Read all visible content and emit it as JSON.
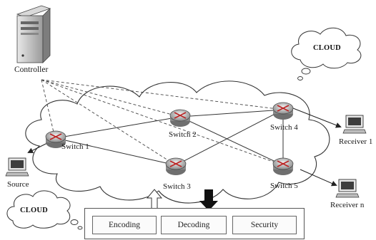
{
  "controller": {
    "label": "Controller"
  },
  "clouds": {
    "top_right": "CLOUD",
    "bottom_left": "CLOUD"
  },
  "switches": [
    {
      "id": "s1",
      "label": "Switch 1"
    },
    {
      "id": "s2",
      "label": "Switch 2"
    },
    {
      "id": "s3",
      "label": "Switch 3"
    },
    {
      "id": "s4",
      "label": "Switch 4"
    },
    {
      "id": "s5",
      "label": "Switch 5"
    }
  ],
  "endpoints": {
    "source": "Source",
    "receiver_1": "Receiver 1",
    "receiver_n": "Receiver n"
  },
  "modules": [
    "Encoding",
    "Decoding",
    "Security"
  ]
}
